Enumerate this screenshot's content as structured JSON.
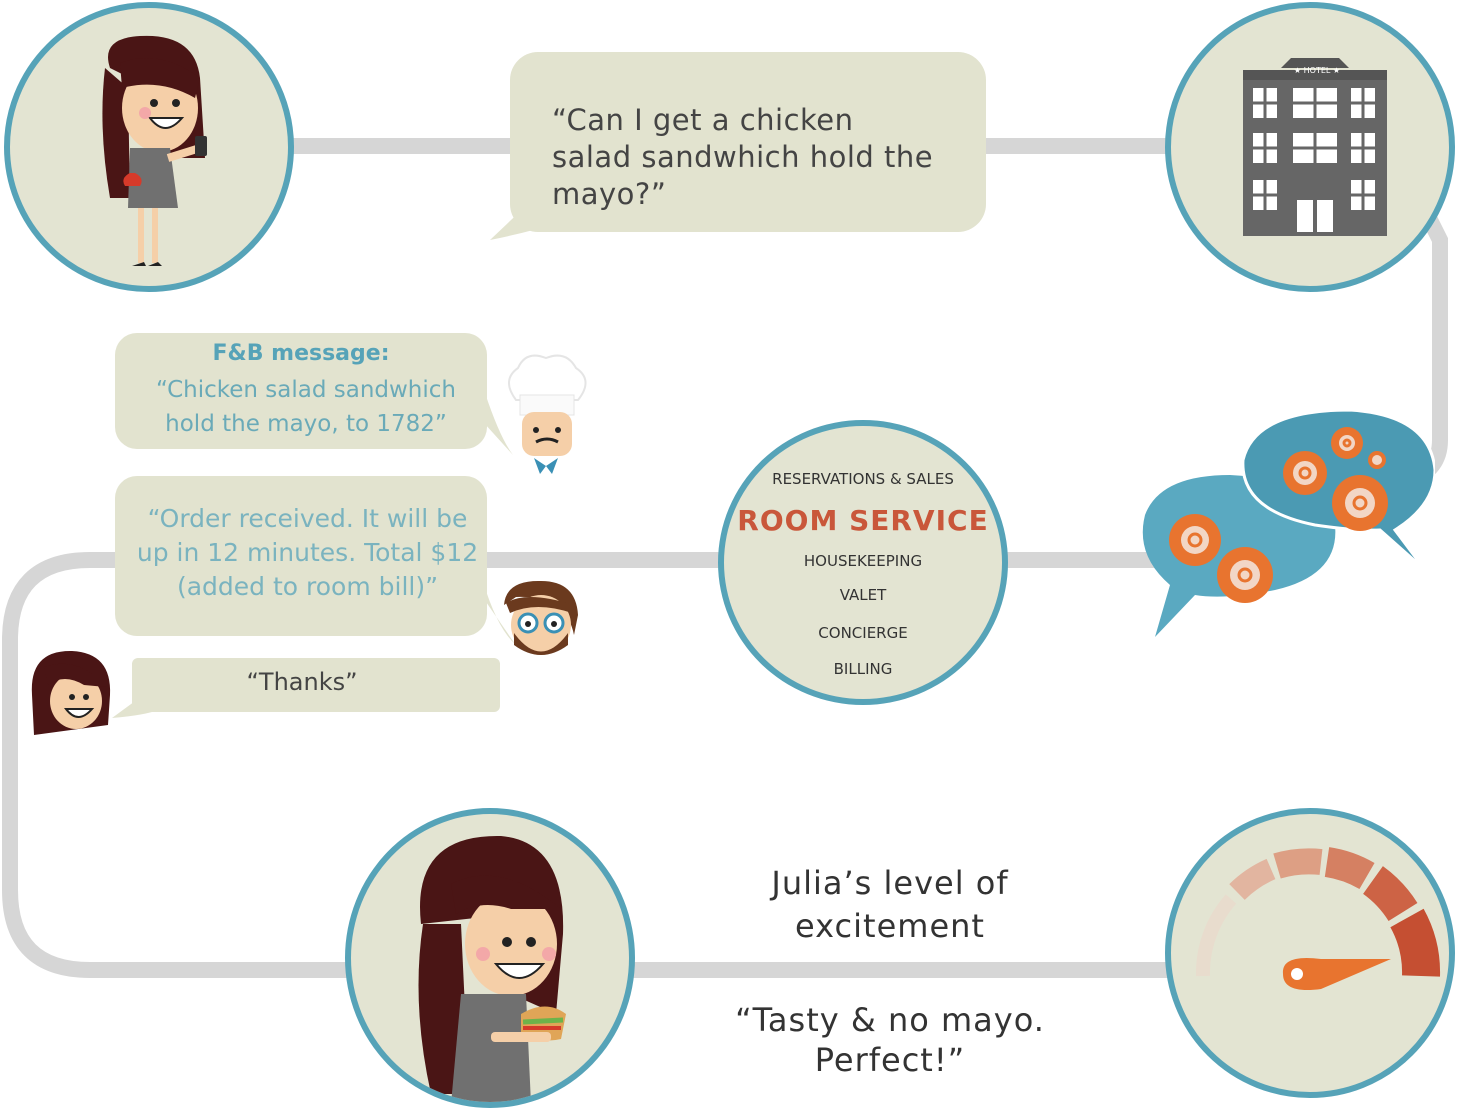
{
  "messages": {
    "guest_request": "“Can I get a chicken salad sandwhich hold the mayo?”",
    "fb_title": "F&B message:",
    "fb_body": "“Chicken salad sandwhich hold the mayo, to 1782”",
    "order_received": "“Order received. It will be up in 12 minutes. Total $12 (added to room bill)”",
    "thanks": "“Thanks”"
  },
  "hotel_sign": "★ HOTEL ★",
  "departments": {
    "items": [
      "RESERVATIONS & SALES",
      "ROOM SERVICE",
      "HOUSEKEEPING",
      "VALET",
      "CONCIERGE",
      "BILLING"
    ],
    "highlight_color": "#c9573a"
  },
  "outcome": {
    "excitement_label": "Julia’s level of excitement",
    "quote": "“Tasty & no mayo. Perfect!”",
    "excitement_level": "max"
  },
  "colors": {
    "ring": "#56a3b8",
    "circle_fill": "#e3e4d2",
    "bubble": "#e2e3cf",
    "path": "#d3d3d3",
    "teal_text": "#6aaab8"
  }
}
